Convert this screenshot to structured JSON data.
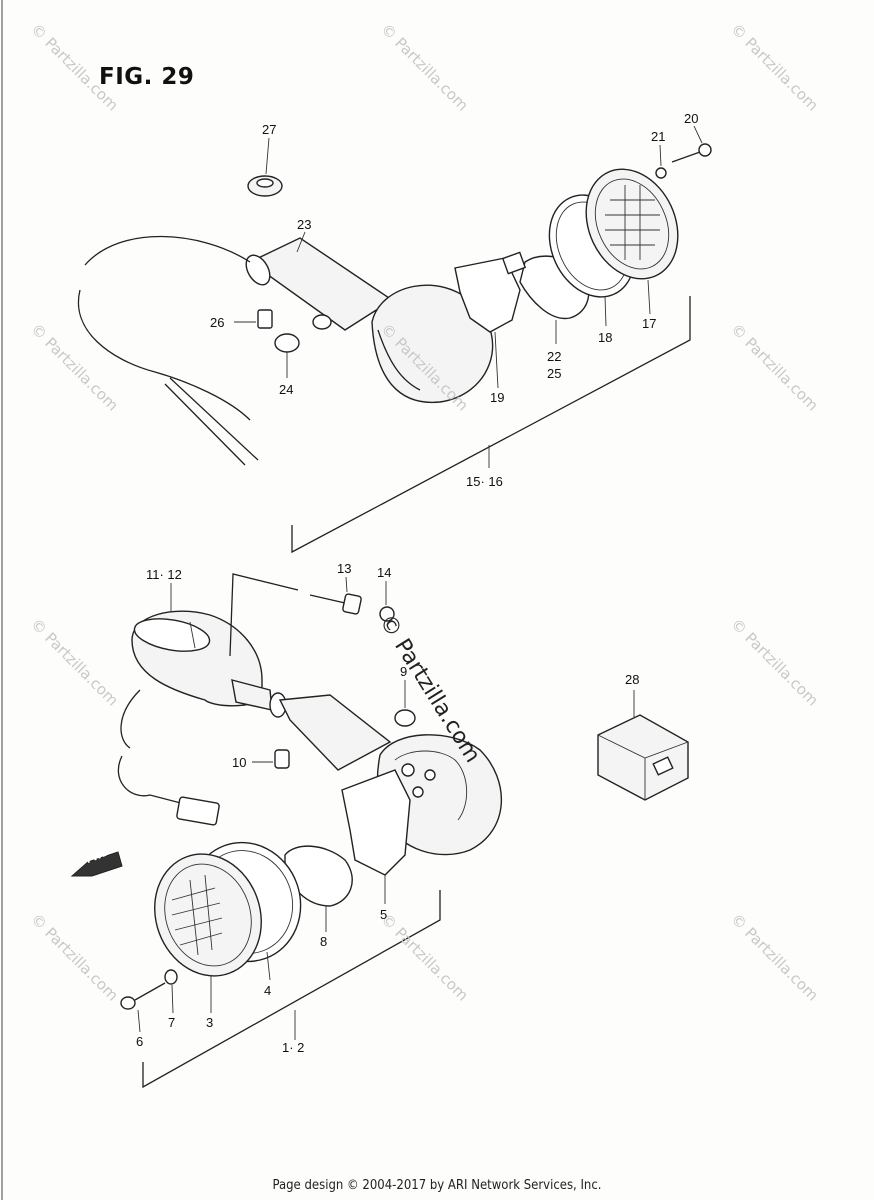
{
  "figure": {
    "title": "FIG. 29"
  },
  "callouts": {
    "c27": "27",
    "c23": "23",
    "c21": "21",
    "c20": "20",
    "c26": "26",
    "c24": "24",
    "c19": "19",
    "c22_25": "22\n25",
    "c18": "18",
    "c17": "17",
    "c15_16": "15· 16",
    "c11_12": "11· 12",
    "c13": "13",
    "c14": "14",
    "c9": "9",
    "c10": "10",
    "c28": "28",
    "c5": "5",
    "c8": "8",
    "c4": "4",
    "c3": "3",
    "c7": "7",
    "c6": "6",
    "c1_2": "1· 2"
  },
  "badges": {
    "fwd": "FWD"
  },
  "watermarks": {
    "repeat": "© Partzilla.com",
    "center": "© Partzilla.com"
  },
  "footer": {
    "text": "Page design © 2004-2017 by ARI Network Services, Inc."
  }
}
